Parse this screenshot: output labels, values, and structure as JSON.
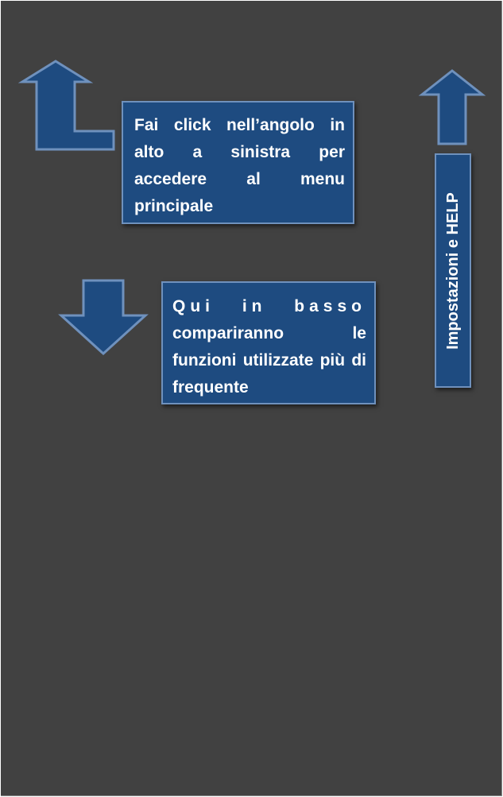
{
  "colors": {
    "background": "#414141",
    "box_fill": "#1e4b80",
    "box_border": "#6f91bd",
    "text": "#ffffff"
  },
  "hints": {
    "menu": {
      "text": "Fai click nell’angolo in alto a sinistra per accedere al menu principale",
      "icon": "corner-up-left-arrow-icon"
    },
    "bottom": {
      "line1": "Qui in basso",
      "rest": "compariranno le funzioni utilizzate più di frequente",
      "icon": "down-arrow-icon"
    },
    "settings": {
      "text": "Impostazioni e HELP",
      "icon": "up-arrow-icon"
    }
  }
}
